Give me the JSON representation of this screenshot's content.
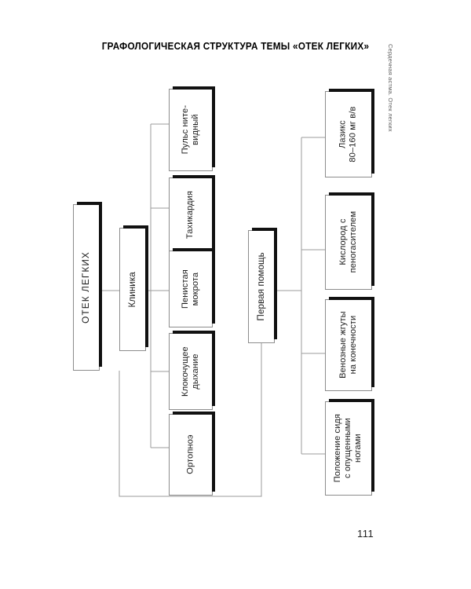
{
  "page": {
    "title": "ГРАФОЛОГИЧЕСКАЯ СТРУКТУРА ТЕМЫ «ОТЕК ЛЕГКИХ»",
    "running_head": "Сердечная астма. Отек легких",
    "page_number": "111",
    "background_color": "#ffffff",
    "text_color": "#1a1a1a",
    "shadow_color": "#111111",
    "border_color": "#8c8c8c",
    "connector_color": "#9b9b9b"
  },
  "diagram": {
    "type": "tree",
    "orientation": "rotated-90-ccw",
    "root": {
      "id": "root",
      "label": "ОТЕК ЛЕГКИХ"
    },
    "branches": [
      {
        "id": "clinic",
        "label": "Клиника",
        "parent": "root"
      },
      {
        "id": "firstaid",
        "label": "Первая помощь",
        "parent": "root"
      }
    ],
    "clinic_items": [
      {
        "id": "pulse",
        "label": "Пульс ните-\nвидный"
      },
      {
        "id": "tachy",
        "label": "Тахикардия"
      },
      {
        "id": "sputum",
        "label": "Пенистая\nмокрота"
      },
      {
        "id": "bubbling",
        "label": "Клокочущее\nдыхание"
      },
      {
        "id": "orthopnea",
        "label": "Ортопноэ"
      }
    ],
    "firstaid_items": [
      {
        "id": "lasix",
        "label": "Лазикс\n80–160 мг в/в"
      },
      {
        "id": "oxygen",
        "label": "Кислород с\nпеногасителем"
      },
      {
        "id": "tourniq",
        "label": "Венозные жгуты\nна конечности"
      },
      {
        "id": "position",
        "label": "Положение сидя\nс опущенными\nногами"
      }
    ]
  }
}
